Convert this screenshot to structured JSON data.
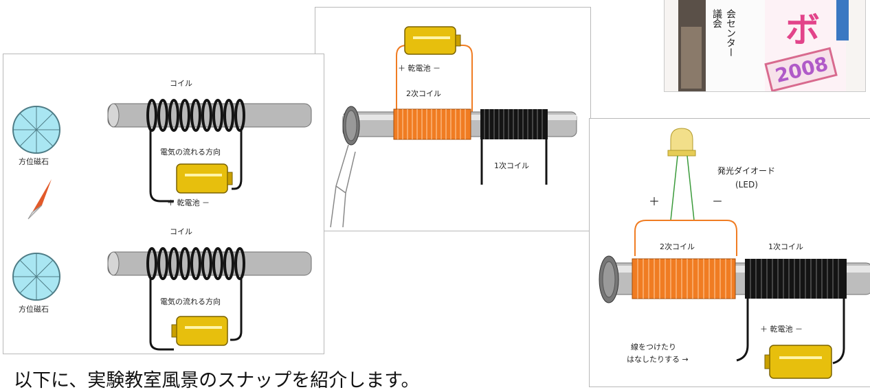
{
  "panel_one": {
    "coil_label": "コイル",
    "compass_label": "方位磁石",
    "current_label": "電気の流れる方向",
    "battery_label": "＋ 乾電池 －"
  },
  "panel_two": {
    "battery_label": "＋ 乾電池 －",
    "secondary_label": "2次コイル",
    "primary_label": "1次コイル"
  },
  "panel_three": {
    "led_label": "発光ダイオード",
    "led_sub": "(LED)",
    "plus": "＋",
    "minus": "－",
    "secondary_label": "2次コイル",
    "primary_label": "1次コイル",
    "battery_label": "＋ 乾電池 －",
    "wire_note_1": "線をつけたり",
    "wire_note_2": "はなしたりする →"
  },
  "photo": {
    "sign_text": "ボ",
    "year": "2008",
    "vertical_text_1": "会センター",
    "vertical_text_2": "議会"
  },
  "caption": "以下に、実験教室風景のスナップを紹介します。",
  "colors": {
    "rod": "#b9b9b9",
    "coil_black": "#141414",
    "coil_orange": "#f07c22",
    "battery": "#e7bf0d",
    "compass": "#a9e6f2",
    "led": "#f2df8a"
  }
}
